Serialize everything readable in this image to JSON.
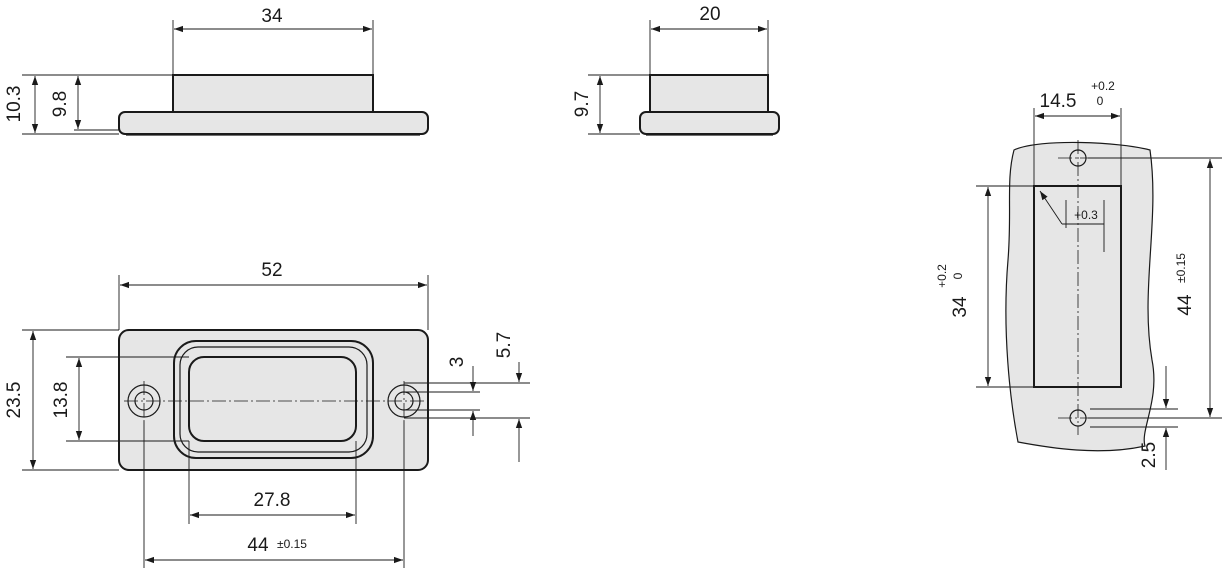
{
  "views": {
    "top_side": {
      "width": "34",
      "height_total": "10.3",
      "height_body": "9.8"
    },
    "end_side": {
      "width": "20",
      "height": "9.7"
    },
    "front": {
      "length": "52",
      "height": "23.5",
      "window_height": "13.8",
      "window_width": "27.8",
      "hole_pitch": "44",
      "hole_pitch_tol": "±0.15",
      "dim_3": "3",
      "dim_5_7": "5.7"
    },
    "cutout": {
      "width": "14.5",
      "width_tol_upper": "+0.2",
      "width_tol_lower": "0",
      "height": "34",
      "height_tol_upper": "+0.2",
      "height_tol_lower": "0",
      "radius": "+0.3",
      "hole_pitch": "44",
      "hole_pitch_tol": "±0.15",
      "offset": "2.5"
    }
  }
}
